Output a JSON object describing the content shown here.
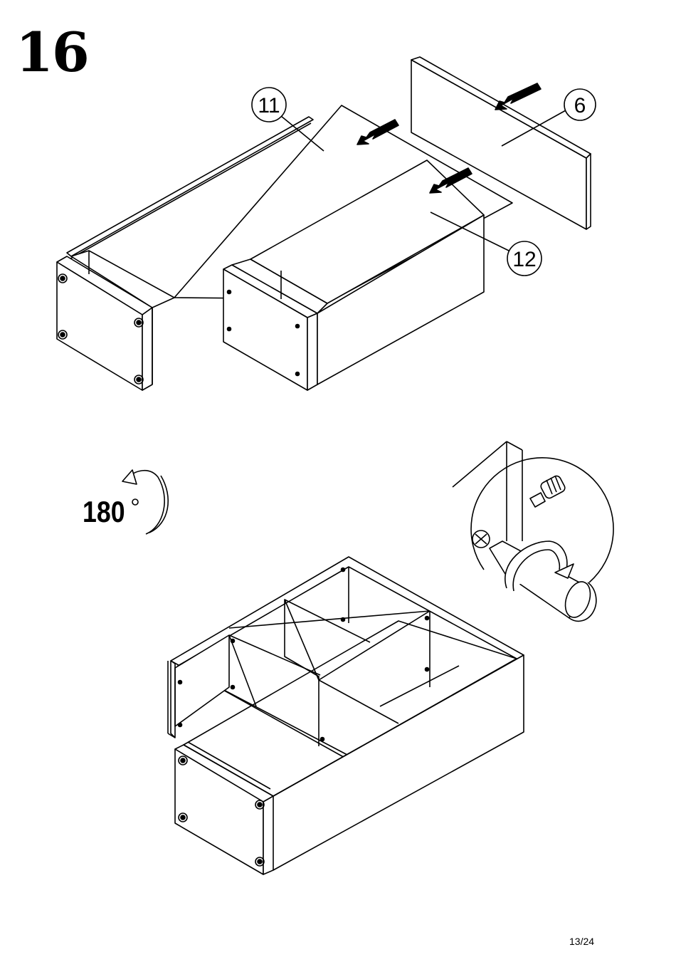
{
  "step": {
    "number": "16"
  },
  "callouts": [
    {
      "id": "part-11",
      "label": "11"
    },
    {
      "id": "part-6",
      "label": "6"
    },
    {
      "id": "part-12",
      "label": "12"
    }
  ],
  "rotation": {
    "value": "180",
    "unit_icon": "degree-circle-icon",
    "direction_icon": "rotate-arrow-icon"
  },
  "tool_icon": "screwdriver-icon",
  "page": {
    "number": "13/24"
  }
}
